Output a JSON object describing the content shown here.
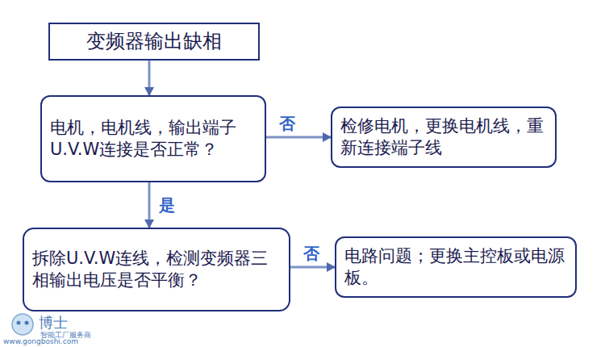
{
  "diagram": {
    "nodes": [
      {
        "text": [
          "变频器输出缺相"
        ]
      },
      {
        "text": [
          "电机，电机线，输出端子U.V.W连接是否正常？"
        ]
      },
      {
        "text": [
          "检修电机，更换电机线，重新连接端子线"
        ]
      },
      {
        "text": [
          "拆除U.V.W连线，检测变频器三相输出电压是否平衡？"
        ]
      },
      {
        "text": [
          "电路问题；更换主控板或电源板。"
        ]
      }
    ],
    "edges": [
      {
        "from": 0,
        "to": 1,
        "arrow": "to"
      },
      {
        "from": 1,
        "to": 2,
        "label": "否",
        "arrow": "to"
      },
      {
        "from": 1,
        "to": 3,
        "label": "是",
        "arrow": "to"
      },
      {
        "from": 3,
        "to": 4,
        "label": "否",
        "arrow": "to"
      }
    ],
    "labels": [
      "博士",
      "智能工厂服务商",
      "www.gongboshi.com"
    ]
  }
}
